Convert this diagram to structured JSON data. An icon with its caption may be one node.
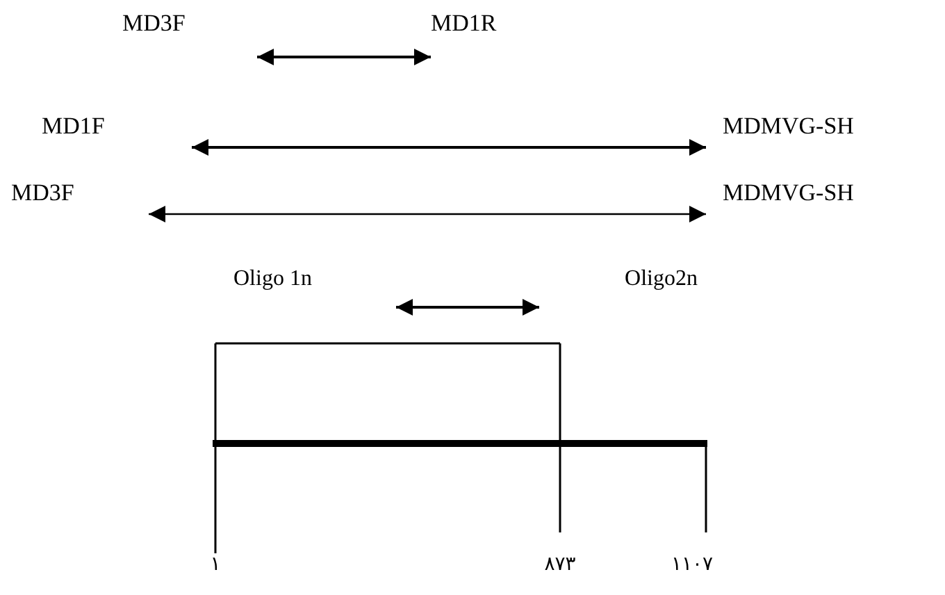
{
  "diagram": {
    "nodes": [
      {
        "text": [
          "MD3F"
        ]
      },
      {
        "text": [
          "MD1R"
        ]
      },
      {
        "text": [
          "MD1F"
        ]
      },
      {
        "text": [
          "MDMVG-SH"
        ]
      },
      {
        "text": [
          "MD3F"
        ]
      },
      {
        "text": [
          "MDMVG-SH"
        ]
      },
      {
        "text": [
          "Oligo 1n"
        ]
      },
      {
        "text": [
          "Oligo2n"
        ]
      }
    ],
    "edges": [
      {
        "from": 0,
        "to": 1,
        "arrow": "both"
      },
      {
        "from": 2,
        "to": 3,
        "arrow": "both"
      },
      {
        "from": 4,
        "to": 5,
        "arrow": "both"
      },
      {
        "from": 6,
        "to": 7,
        "arrow": "both"
      }
    ],
    "labels": [
      "١",
      "٨٧٣",
      "١١٠٧"
    ]
  }
}
